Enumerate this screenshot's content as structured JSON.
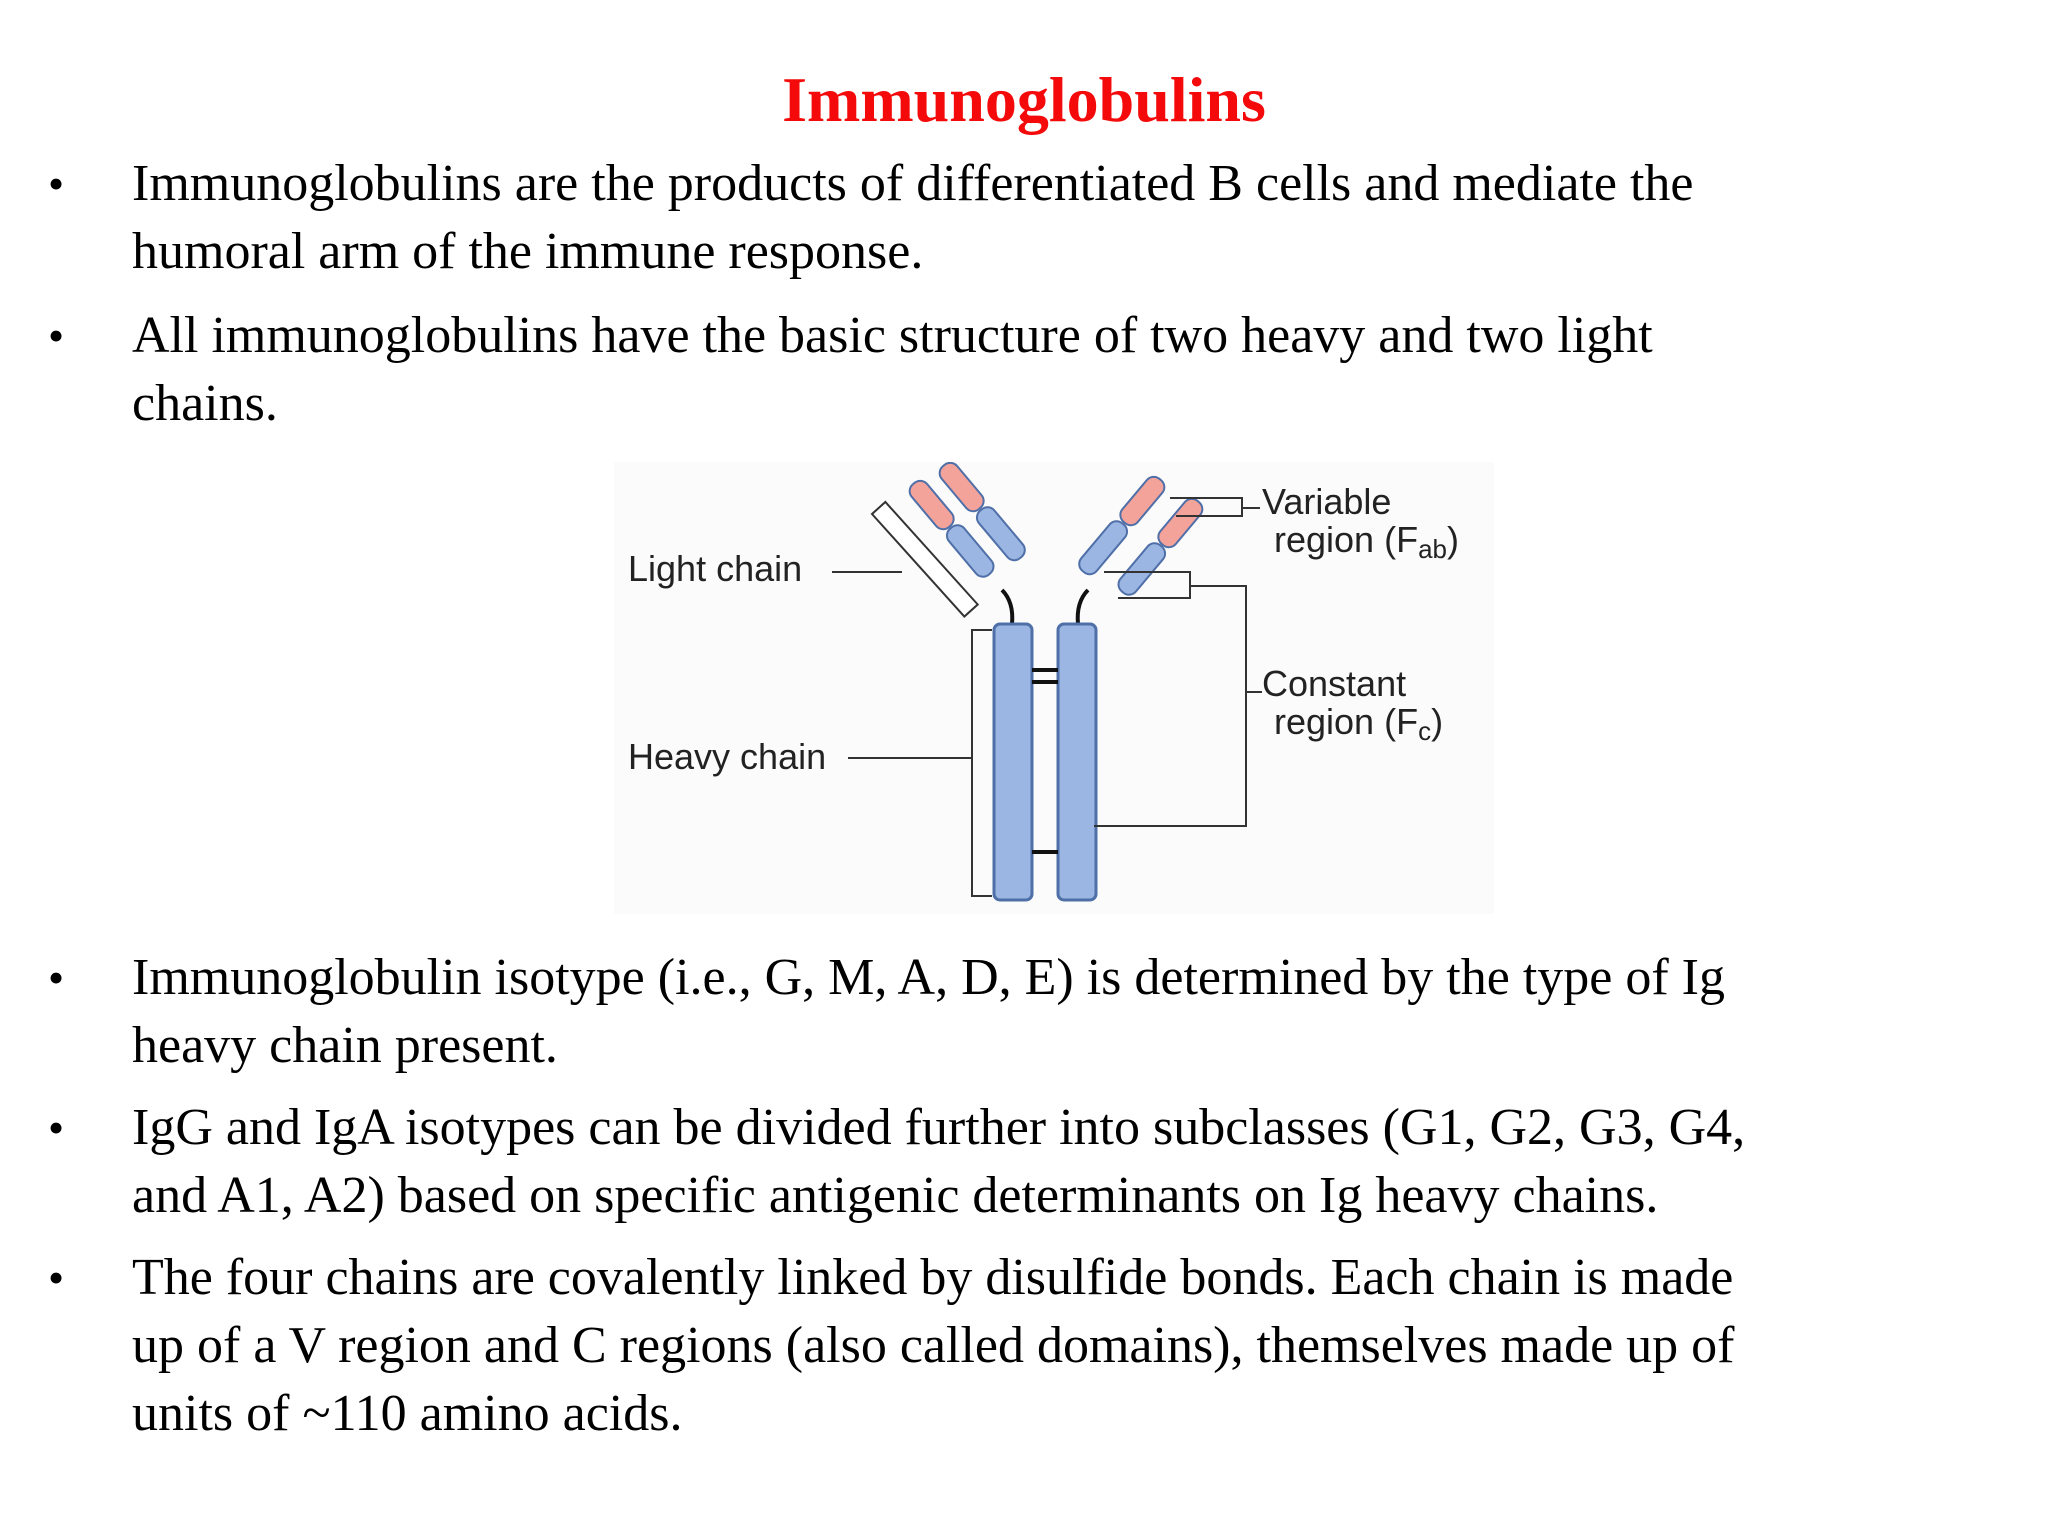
{
  "slide": {
    "title": "Immunoglobulins",
    "title_color": "#f40a0a",
    "bullet_symbol": "•",
    "bullets": [
      "Immunoglobulins are the products of differentiated B cells and mediate the\nhumoral arm of the immune response.",
      "All immunoglobulins have the basic structure of two heavy and two light\nchains.",
      "Immunoglobulin isotype (i.e., G, M, A, D, E) is determined by the type of Ig\nheavy chain present.",
      "IgG and IgA isotypes can be divided further into subclasses (G1, G2, G3, G4,\nand A1, A2) based on specific antigenic determinants on Ig heavy chains.",
      "The four chains are covalently linked by disulfide bonds. Each chain is made\nup of a V region and C regions (also called domains), themselves made up of\nunits of ~110 amino acids."
    ]
  },
  "diagram": {
    "labels": {
      "light_chain": "Light chain",
      "heavy_chain": "Heavy chain",
      "variable_line1": "Variable",
      "variable_line2_main": "region (F",
      "variable_line2_sub": "ab",
      "variable_line2_end": ")",
      "constant_line1": "Constant",
      "constant_line2_main": "region (F",
      "constant_line2_sub": "c",
      "constant_line2_end": ")"
    },
    "colors": {
      "constant_domain": "#9bb6e2",
      "variable_domain": "#f4a39a",
      "outline": "#4f6fa8",
      "bond": "#111111"
    }
  }
}
